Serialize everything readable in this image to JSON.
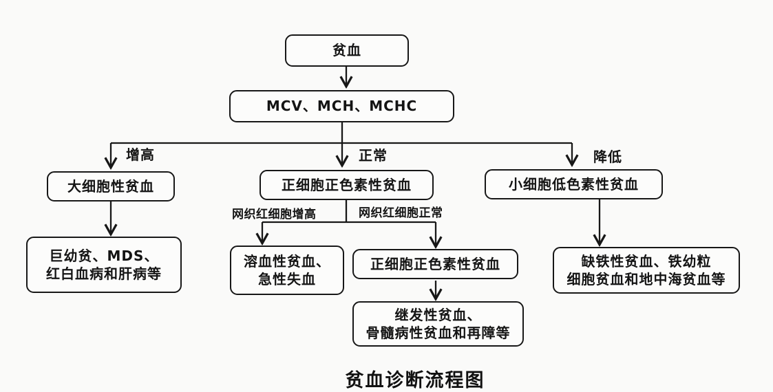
{
  "title": "贫血诊断流程图",
  "flowchart": {
    "nodes": {
      "root": {
        "label": "贫血"
      },
      "indices": {
        "label": "MCV、MCH、MCHC"
      },
      "macrocytic": {
        "label": "大细胞性贫血"
      },
      "normocytic": {
        "label": "正细胞正色素性贫血"
      },
      "microcytic": {
        "label": "小细胞低色素性贫血"
      },
      "macrocytic_causes": {
        "line1": "巨幼贫、MDS、",
        "line2": "红白血病和肝病等"
      },
      "hemolytic": {
        "line1": "溶血性贫血、",
        "line2": "急性失血"
      },
      "normocytic_normochromic": {
        "label": "正细胞正色素性贫血"
      },
      "secondary": {
        "line1": "继发性贫血、",
        "line2": "骨髓病性贫血和再障等"
      },
      "iron_deficiency": {
        "line1": "缺铁性贫血、铁幼粒",
        "line2": "细胞贫血和地中海贫血等"
      }
    },
    "edge_labels": {
      "increased": "增高",
      "normal": "正常",
      "decreased": "降低",
      "reticulocyte_increased": "网织红细胞增高",
      "reticulocyte_normal": "网织红细胞正常"
    }
  },
  "colors": {
    "background": "#fafaf9",
    "line": "#171717",
    "text": "#141414"
  }
}
